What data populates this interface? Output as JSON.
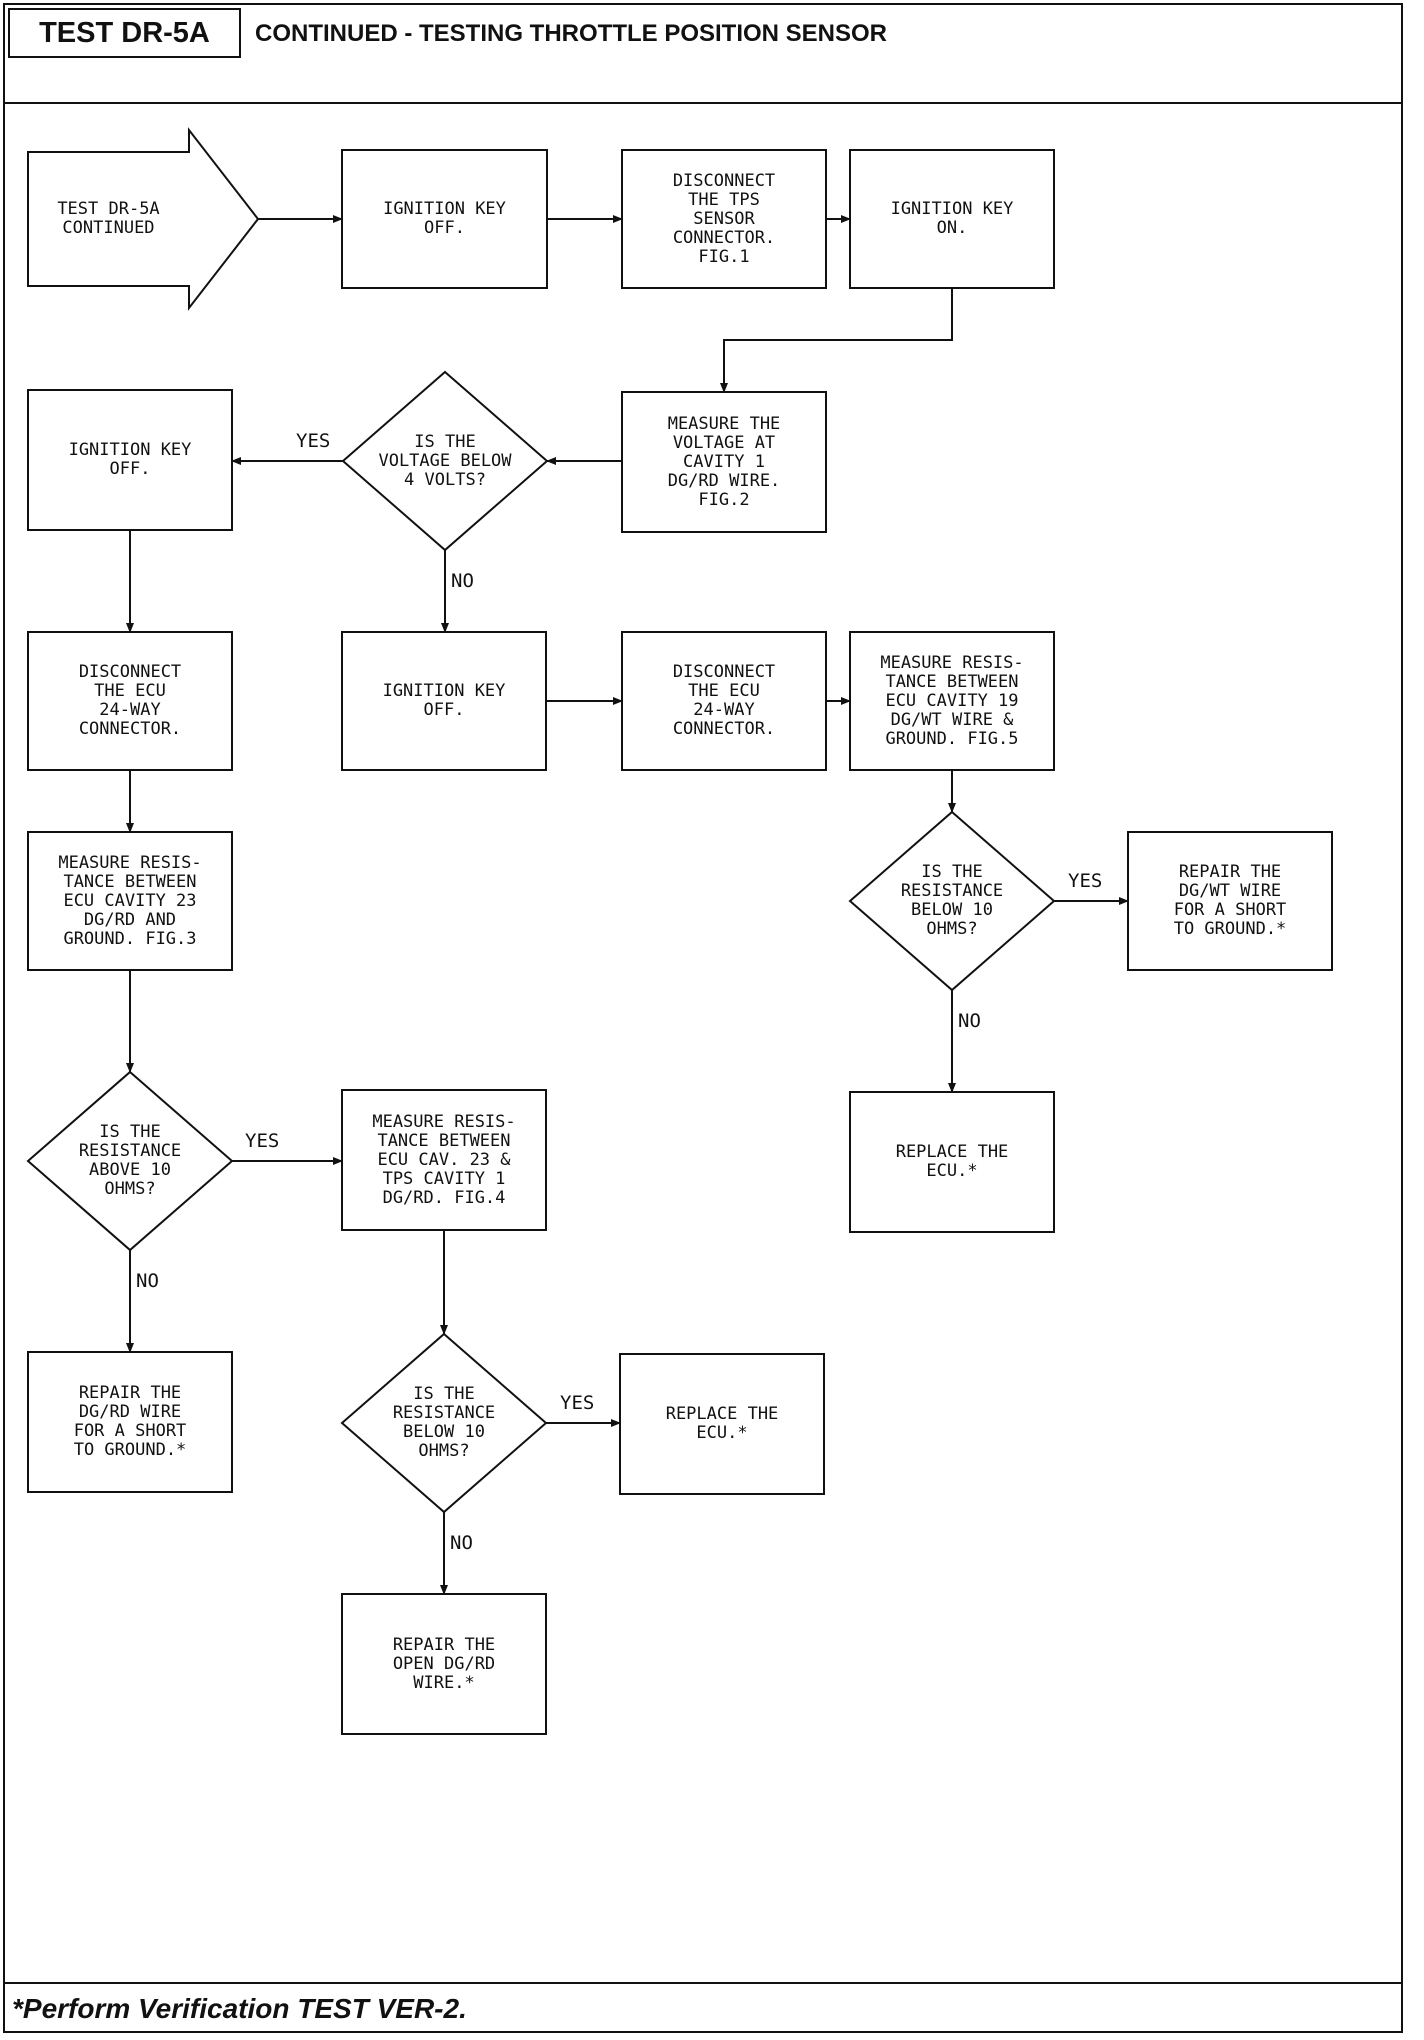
{
  "header": {
    "test_id": "TEST DR-5A",
    "title": "CONTINUED - TESTING THROTTLE POSITION SENSOR"
  },
  "footer": {
    "note": "*Perform Verification TEST VER-2."
  },
  "flowchart": {
    "nodes": [
      {
        "id": "start",
        "shape": "arrow",
        "text": "TEST DR-5A\nCONTINUED"
      },
      {
        "id": "key_off_1",
        "shape": "box",
        "text": "IGNITION KEY\nOFF."
      },
      {
        "id": "disc_tps",
        "shape": "box",
        "text": "DISCONNECT\nTHE TPS\nSENSOR\nCONNECTOR.\nFIG.1"
      },
      {
        "id": "key_on",
        "shape": "box",
        "text": "IGNITION KEY\nON."
      },
      {
        "id": "meas_volt",
        "shape": "box",
        "text": "MEASURE THE\nVOLTAGE AT\nCAVITY 1\nDG/RD WIRE.\nFIG.2"
      },
      {
        "id": "volt_below",
        "shape": "diamond",
        "text": "IS THE\nVOLTAGE BELOW\n4 VOLTS?"
      },
      {
        "id": "key_off_2",
        "shape": "box",
        "text": "IGNITION KEY\nOFF."
      },
      {
        "id": "disc_ecu_left",
        "shape": "box",
        "text": "DISCONNECT\nTHE ECU\n24-WAY\nCONNECTOR."
      },
      {
        "id": "meas_cav23",
        "shape": "box",
        "text": "MEASURE RESIS-\nTANCE BETWEEN\nECU CAVITY 23\nDG/RD AND\nGROUND. FIG.3"
      },
      {
        "id": "res_above",
        "shape": "diamond",
        "text": "IS THE\nRESISTANCE\nABOVE 10\nOHMS?"
      },
      {
        "id": "repair_dgrd_short",
        "shape": "box",
        "text": "REPAIR THE\nDG/RD WIRE\nFOR A SHORT\nTO GROUND.*"
      },
      {
        "id": "meas_cav23_tps",
        "shape": "box",
        "text": "MEASURE RESIS-\nTANCE BETWEEN\nECU CAV. 23 &\nTPS CAVITY 1\nDG/RD. FIG.4"
      },
      {
        "id": "res_below_mid",
        "shape": "diamond",
        "text": "IS THE\nRESISTANCE\nBELOW 10\nOHMS?"
      },
      {
        "id": "replace_ecu_mid",
        "shape": "box",
        "text": "REPLACE THE\nECU.*"
      },
      {
        "id": "repair_open",
        "shape": "box",
        "text": "REPAIR THE\nOPEN DG/RD\nWIRE.*"
      },
      {
        "id": "key_off_3",
        "shape": "box",
        "text": "IGNITION KEY\nOFF."
      },
      {
        "id": "disc_ecu_mid",
        "shape": "box",
        "text": "DISCONNECT\nTHE ECU\n24-WAY\nCONNECTOR."
      },
      {
        "id": "meas_cav19",
        "shape": "box",
        "text": "MEASURE RESIS-\nTANCE BETWEEN\nECU CAVITY 19\nDG/WT WIRE &\nGROUND. FIG.5"
      },
      {
        "id": "res_below_right",
        "shape": "diamond",
        "text": "IS THE\nRESISTANCE\nBELOW 10\nOHMS?"
      },
      {
        "id": "repair_dgwt",
        "shape": "box",
        "text": "REPAIR THE\nDG/WT WIRE\nFOR A SHORT\nTO GROUND.*"
      },
      {
        "id": "replace_ecu_right",
        "shape": "box",
        "text": "REPLACE THE\nECU.*"
      }
    ],
    "edges": [
      {
        "from": "start",
        "to": "key_off_1",
        "label": ""
      },
      {
        "from": "key_off_1",
        "to": "disc_tps",
        "label": ""
      },
      {
        "from": "disc_tps",
        "to": "key_on",
        "label": ""
      },
      {
        "from": "key_on",
        "to": "meas_volt",
        "label": ""
      },
      {
        "from": "meas_volt",
        "to": "volt_below",
        "label": ""
      },
      {
        "from": "volt_below",
        "to": "key_off_2",
        "label": "YES"
      },
      {
        "from": "volt_below",
        "to": "key_off_3",
        "label": "NO"
      },
      {
        "from": "key_off_2",
        "to": "disc_ecu_left",
        "label": ""
      },
      {
        "from": "disc_ecu_left",
        "to": "meas_cav23",
        "label": ""
      },
      {
        "from": "meas_cav23",
        "to": "res_above",
        "label": ""
      },
      {
        "from": "res_above",
        "to": "meas_cav23_tps",
        "label": "YES"
      },
      {
        "from": "res_above",
        "to": "repair_dgrd_short",
        "label": "NO"
      },
      {
        "from": "meas_cav23_tps",
        "to": "res_below_mid",
        "label": ""
      },
      {
        "from": "res_below_mid",
        "to": "replace_ecu_mid",
        "label": "YES"
      },
      {
        "from": "res_below_mid",
        "to": "repair_open",
        "label": "NO"
      },
      {
        "from": "key_off_3",
        "to": "disc_ecu_mid",
        "label": ""
      },
      {
        "from": "disc_ecu_mid",
        "to": "meas_cav19",
        "label": ""
      },
      {
        "from": "meas_cav19",
        "to": "res_below_right",
        "label": ""
      },
      {
        "from": "res_below_right",
        "to": "repair_dgwt",
        "label": "YES"
      },
      {
        "from": "res_below_right",
        "to": "replace_ecu_right",
        "label": "NO"
      }
    ]
  }
}
